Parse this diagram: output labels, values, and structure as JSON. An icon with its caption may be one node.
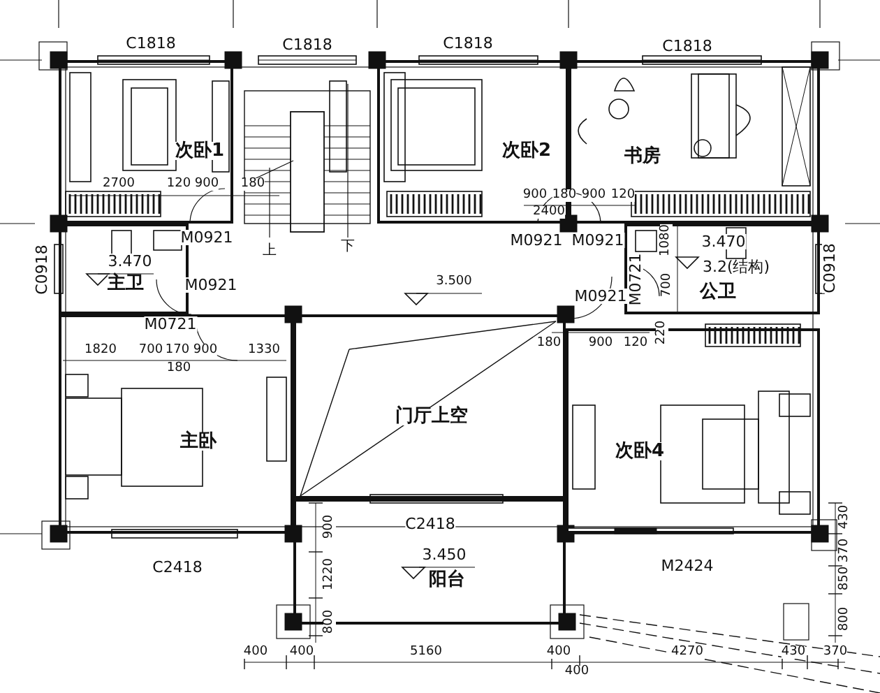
{
  "diagram": {
    "nodes": [
      {
        "text": [
          "次卧1"
        ]
      },
      {
        "text": [
          "次卧2"
        ]
      },
      {
        "text": [
          "书房"
        ]
      },
      {
        "text": [
          "3.470",
          "主卫"
        ]
      },
      {
        "text": [
          "3.470",
          "3.2(结构)",
          "公卫"
        ]
      },
      {
        "text": [
          "主卧"
        ]
      },
      {
        "text": [
          "门厅上空"
        ]
      },
      {
        "text": [
          "次卧4"
        ]
      },
      {
        "text": [
          "3.450",
          "阳台"
        ]
      }
    ],
    "edges": [],
    "labels": [
      "C1818",
      "C1818",
      "C1818",
      "C1818",
      "2700",
      "120",
      "900",
      "180",
      "900",
      "180",
      "900",
      "120",
      "2400",
      "M0921",
      "M0921",
      "M0921",
      "1080",
      "上",
      "下",
      "C0918",
      "C0918",
      "M0921",
      "3.500",
      "M0921",
      "M0721",
      "M0721",
      "700",
      "220",
      "1820",
      "700",
      "170",
      "900",
      "1330",
      "180",
      "180",
      "900",
      "120",
      "C2418",
      "900",
      "C2418",
      "M2424",
      "430",
      "370",
      "1220",
      "850",
      "800",
      "800",
      "400",
      "400",
      "5160",
      "400",
      "4270",
      "430",
      "370",
      "400"
    ]
  }
}
